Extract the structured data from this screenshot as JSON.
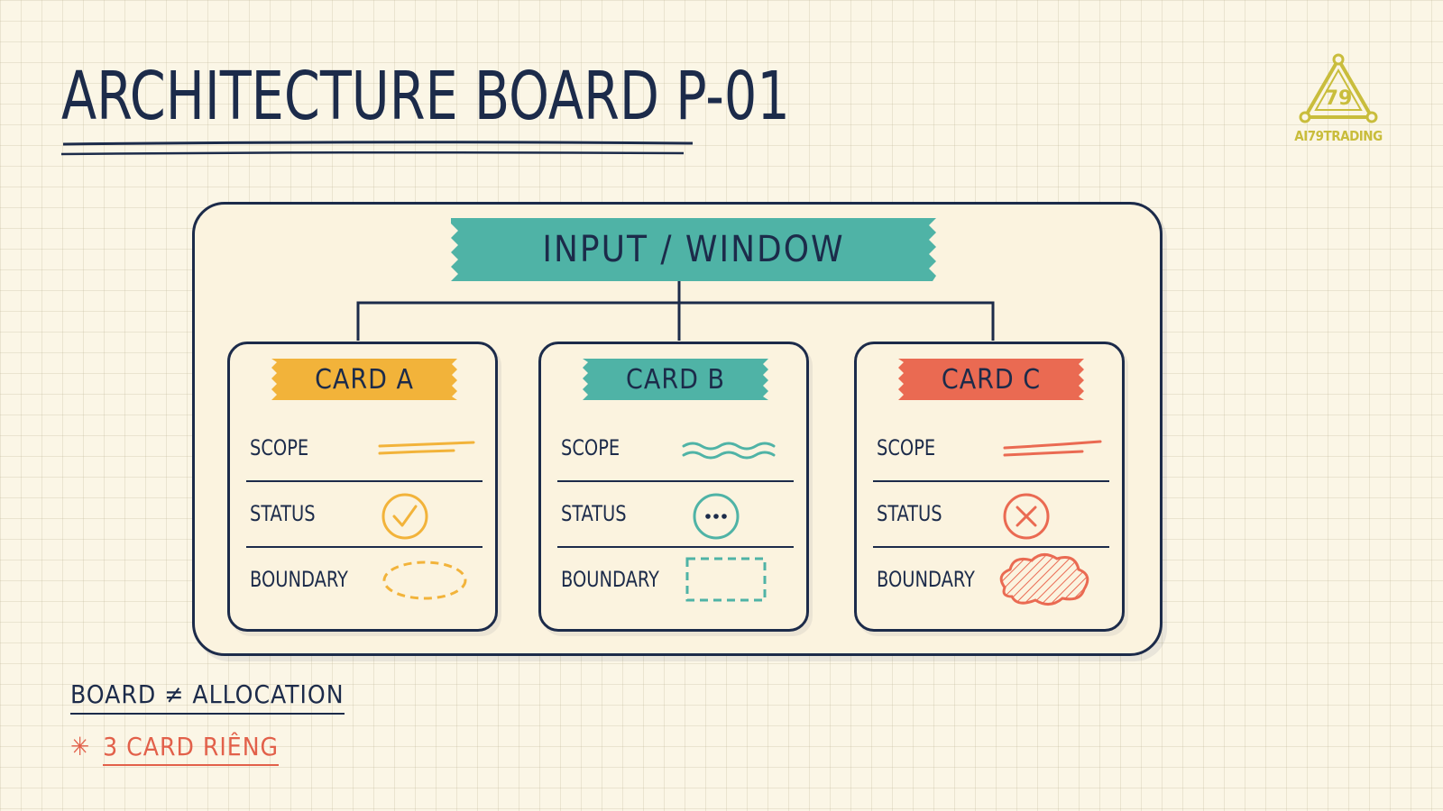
{
  "title": "ARCHITECTURE BOARD P-01",
  "logo_text": "AI79TRADING",
  "logo_mark_text": "79",
  "root_node": {
    "label": "INPUT / WINDOW",
    "color": "#4fb3a6"
  },
  "cards": [
    {
      "label": "CARD A",
      "color": "#f2b33a",
      "rows": [
        {
          "label": "SCOPE",
          "mark": "double-line"
        },
        {
          "label": "STATUS",
          "mark": "check-circle-icon"
        },
        {
          "label": "BOUNDARY",
          "mark": "dashed-ellipse"
        }
      ]
    },
    {
      "label": "CARD B",
      "color": "#4fb3a6",
      "rows": [
        {
          "label": "SCOPE",
          "mark": "wavy-lines"
        },
        {
          "label": "STATUS",
          "mark": "ellipsis-circle-icon"
        },
        {
          "label": "BOUNDARY",
          "mark": "dashed-rectangle"
        }
      ]
    },
    {
      "label": "CARD C",
      "color": "#ea6a52",
      "rows": [
        {
          "label": "SCOPE",
          "mark": "double-line"
        },
        {
          "label": "STATUS",
          "mark": "x-circle-icon"
        },
        {
          "label": "BOUNDARY",
          "mark": "hatched-cloud"
        }
      ]
    }
  ],
  "footnotes": {
    "line1": "BOARD ≠ ALLOCATION",
    "line2_marker": "✳",
    "line2": "3 CARD RIÊNG",
    "line2_color": "#e2604a"
  }
}
